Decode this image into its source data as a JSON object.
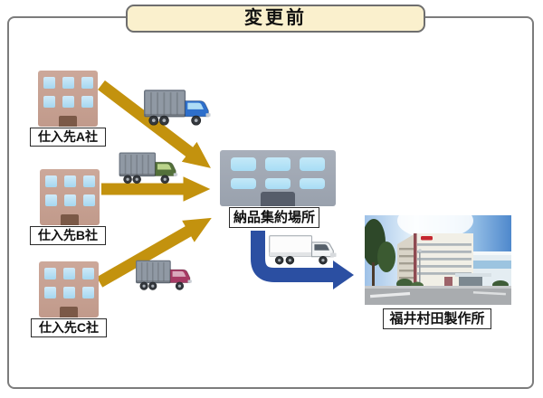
{
  "title": "変更前",
  "diagram": {
    "suppliers": [
      {
        "label": "仕入先A社",
        "truck_icon": "blue-cab-box-truck-icon"
      },
      {
        "label": "仕入先B社",
        "truck_icon": "green-cab-box-truck-icon"
      },
      {
        "label": "仕入先C社",
        "truck_icon": "magenta-cab-box-truck-icon"
      }
    ],
    "hub": {
      "label": "納品集約場所",
      "truck_icon": "white-delivery-truck-icon"
    },
    "factory": {
      "label": "福井村田製作所",
      "image": "factory-building-photo"
    }
  },
  "colors": {
    "title_bg": "#FAF0CD",
    "frame_border": "#7C7C7C",
    "arrow_gold": "#C3920E",
    "arrow_blue": "#2B4FA2",
    "supplier_wall": "#C19A8B",
    "supplier_wall_light": "#CCA89A",
    "supplier_window": "#A5D7F0",
    "supplier_door": "#7B5947",
    "hub_wall": "#99A1AD",
    "hub_wall_light": "#A8AFBA",
    "hub_window": "#A8DDF5",
    "hub_door": "#565D6A",
    "truck_cargo": "#9099A4",
    "truck_cab_blue": "#2E6FCB",
    "truck_win_blue": "#AEDCF5",
    "truck_cab_green": "#53703A",
    "truck_win_green": "#BAD38B",
    "truck_cab_magenta": "#A63A64",
    "truck_win_magenta": "#D9A9BC"
  }
}
